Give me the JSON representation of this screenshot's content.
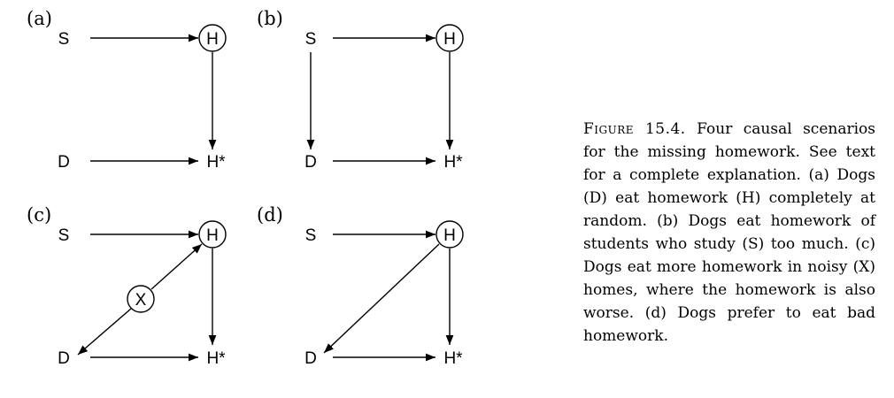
{
  "figure": {
    "panels": [
      {
        "id": "a",
        "letter": "(a)",
        "nodes": {
          "S": "S",
          "H": "H",
          "D": "D",
          "Hstar": "H*"
        }
      },
      {
        "id": "b",
        "letter": "(b)",
        "nodes": {
          "S": "S",
          "H": "H",
          "D": "D",
          "Hstar": "H*"
        }
      },
      {
        "id": "c",
        "letter": "(c)",
        "nodes": {
          "S": "S",
          "H": "H",
          "D": "D",
          "Hstar": "H*",
          "X": "X"
        }
      },
      {
        "id": "d",
        "letter": "(d)",
        "nodes": {
          "S": "S",
          "H": "H",
          "D": "D",
          "Hstar": "H*"
        }
      }
    ]
  },
  "caption": {
    "label": "Figure 15.4.",
    "text": "Four causal scenarios for the missing homework. See text for a complete explanation. (a) Dogs (D) eat homework (H) completely at random. (b) Dogs eat homework of students who study (S) too much. (c) Dogs eat more homework in noisy (X) homes, where the homework is also worse. (d) Dogs prefer to eat bad homework."
  }
}
